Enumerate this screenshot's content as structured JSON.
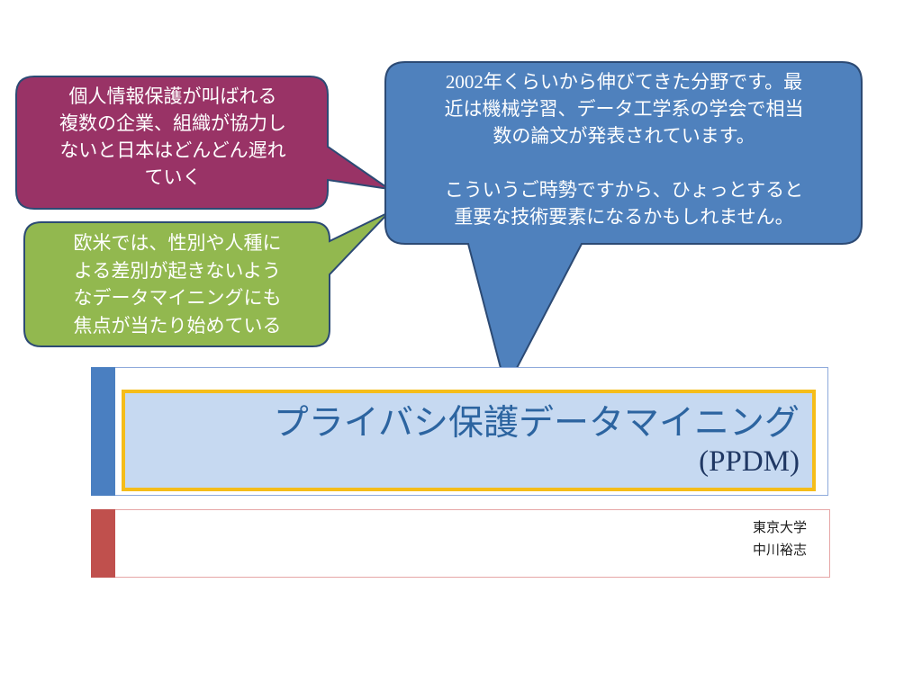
{
  "callouts": {
    "red": {
      "lines": [
        "個人情報保護が叫ばれる",
        "複数の企業、組織が協力し",
        "ないと日本はどんどん遅れ",
        "ていく"
      ],
      "fill": "#993366",
      "stroke": "#2c4a74"
    },
    "green": {
      "lines": [
        "欧米では、性別や人種に",
        "よる差別が起きないよう",
        "なデータマイニングにも",
        "焦点が当たり始めている"
      ],
      "fill": "#92b84f",
      "stroke": "#2c4a74"
    },
    "blue": {
      "para1_year": "2002",
      "para1_lines": [
        "年くらいから伸びてきた分野です。最",
        "近は機械学習、データ工学系の学会で相当",
        "数の論文が発表されています。"
      ],
      "para2_lines": [
        "こういうご時勢ですから、ひょっとすると",
        "重要な技術要素になるかもしれません。"
      ],
      "fill": "#4f81bd",
      "stroke": "#2c4a74"
    }
  },
  "title": {
    "main": "プライバシ保護データマイニング",
    "sub": "(PPDM)",
    "accent": "#4a7fc1",
    "highlight_border": "#f5bd1a"
  },
  "author": {
    "affiliation": "東京大学",
    "name": "中川裕志",
    "accent": "#c0504d"
  }
}
